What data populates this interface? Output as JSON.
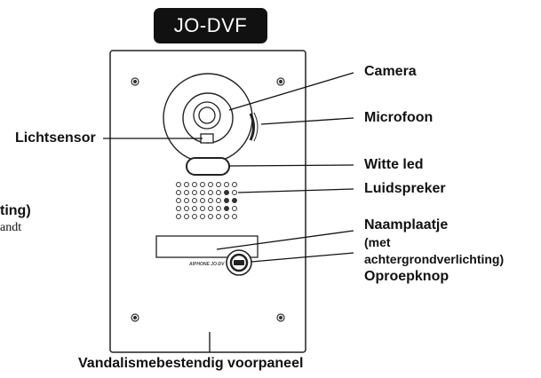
{
  "header": {
    "model_badge": "JO-DVF"
  },
  "labels": {
    "camera": "Camera",
    "microphone": "Microfoon",
    "light_sensor": "Lichtsensor",
    "white_led": "Witte led",
    "speaker": "Luidspreker",
    "name_plate": "Naamplaatje",
    "name_plate_note_1": "(met",
    "name_plate_note_2": "achtergrondverlichting)",
    "call_button": "Oproepknop",
    "front_panel": "Vandalismebestendig voorpaneel"
  },
  "fragments": {
    "left_text_1": "ting)",
    "left_text_2": "andt"
  },
  "device": {
    "brand_print": "AIPHONE JO-DV"
  }
}
